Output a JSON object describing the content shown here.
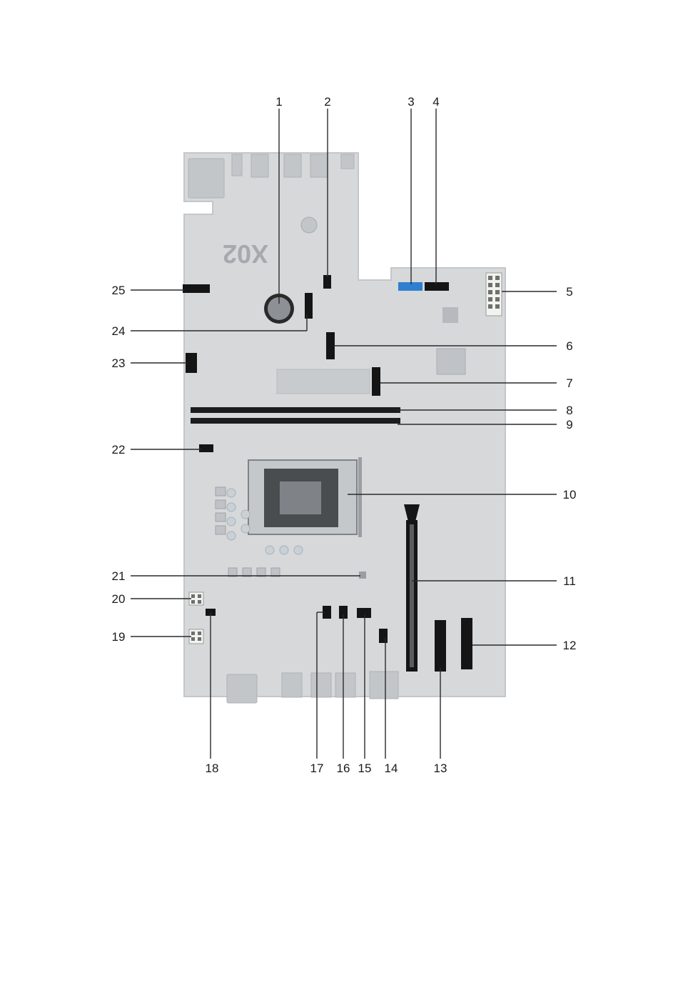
{
  "diagram": {
    "board_silkscreen": "X02",
    "callouts": [
      "1",
      "2",
      "3",
      "4",
      "5",
      "6",
      "7",
      "8",
      "9",
      "10",
      "11",
      "12",
      "13",
      "14",
      "15",
      "16",
      "17",
      "18",
      "19",
      "20",
      "21",
      "22",
      "23",
      "24",
      "25"
    ],
    "colors": {
      "board": "#d6d8da",
      "board_edge": "#c4c7ca",
      "component": "#b7bbbf",
      "connector_black": "#151515",
      "sata_blue": "#2f7fd0",
      "leader_line": "#2a2a2a"
    }
  }
}
